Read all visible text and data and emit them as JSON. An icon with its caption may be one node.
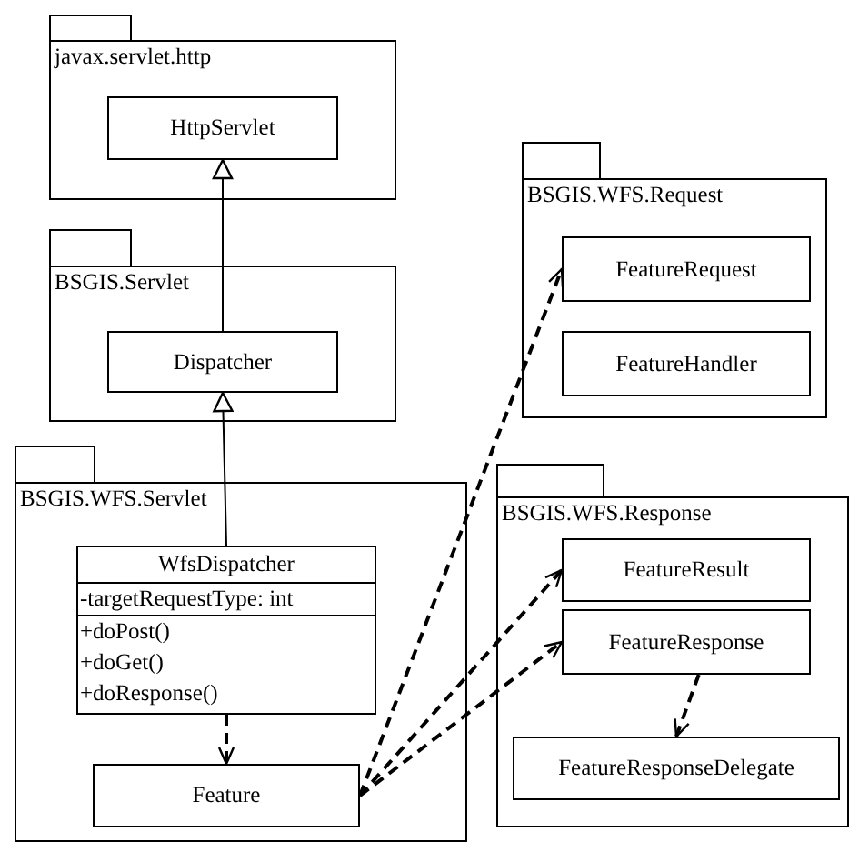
{
  "diagram": {
    "nodes": [
      {
        "text": [
          "javax.servlet.http"
        ]
      },
      {
        "text": [
          "HttpServlet"
        ],
        "in": 0
      },
      {
        "text": [
          "BSGIS.Servlet"
        ]
      },
      {
        "text": [
          "Dispatcher"
        ],
        "in": 2
      },
      {
        "text": [
          "BSGIS.WFS.Servlet"
        ]
      },
      {
        "text": [
          "WfsDispatcher",
          "-targetRequestType: int",
          "+doPost()",
          "+doGet()",
          "+doResponse()"
        ],
        "in": 4
      },
      {
        "text": [
          "Feature"
        ],
        "in": 4
      },
      {
        "text": [
          "BSGIS.WFS.Request"
        ]
      },
      {
        "text": [
          "FeatureRequest"
        ],
        "in": 7
      },
      {
        "text": [
          "FeatureHandler"
        ],
        "in": 7
      },
      {
        "text": [
          "BSGIS.WFS.Response"
        ]
      },
      {
        "text": [
          "FeatureResult"
        ],
        "in": 10
      },
      {
        "text": [
          "FeatureResponse"
        ],
        "in": 10
      },
      {
        "text": [
          "FeatureResponseDelegate"
        ],
        "in": 10
      }
    ],
    "edges": [
      {
        "from": 3,
        "to": 1,
        "arrow": "to"
      },
      {
        "from": 5,
        "to": 3,
        "arrow": "to"
      },
      {
        "from": 5,
        "to": 6,
        "arrow": "to",
        "style": "dashed"
      },
      {
        "from": 6,
        "to": 8,
        "arrow": "to",
        "style": "dashed"
      },
      {
        "from": 6,
        "to": 11,
        "arrow": "to",
        "style": "dashed"
      },
      {
        "from": 6,
        "to": 12,
        "arrow": "to",
        "style": "dashed"
      },
      {
        "from": 12,
        "to": 13,
        "arrow": "to",
        "style": "dashed"
      }
    ]
  }
}
